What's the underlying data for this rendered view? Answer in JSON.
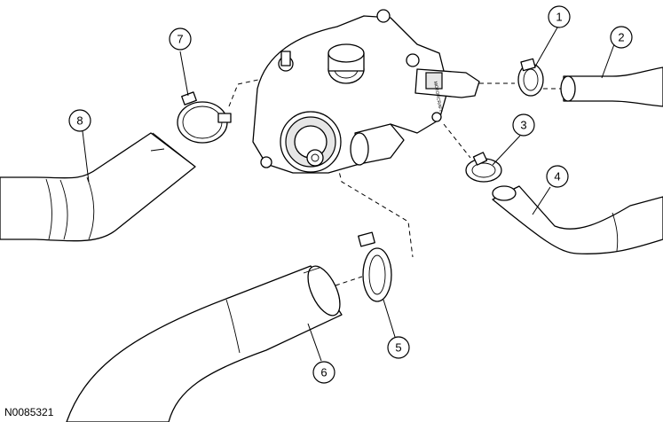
{
  "callouts": {
    "c1": "1",
    "c2": "2",
    "c3": "3",
    "c4": "4",
    "c5": "5",
    "c6": "6",
    "c7": "7",
    "c8": "8"
  },
  "figure_id": "N0085321",
  "pump_label": "MOTORCRAFT"
}
